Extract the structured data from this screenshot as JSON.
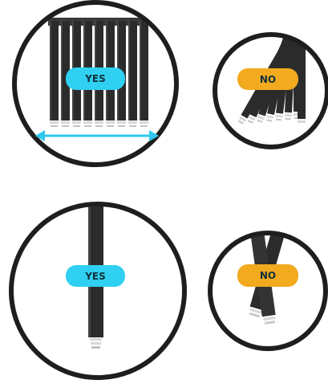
{
  "colors": {
    "yes": "#2fd0f2",
    "no": "#f2aa1f",
    "rod": "#2b2b2b",
    "outline": "#1e1e1e",
    "arrow": "#2fc8ef",
    "tip": "#d7d7d7",
    "background": "#ffffff"
  },
  "panels": [
    {
      "verdict": "YES"
    },
    {
      "verdict": "NO"
    },
    {
      "verdict": "YES"
    },
    {
      "verdict": "NO"
    }
  ]
}
